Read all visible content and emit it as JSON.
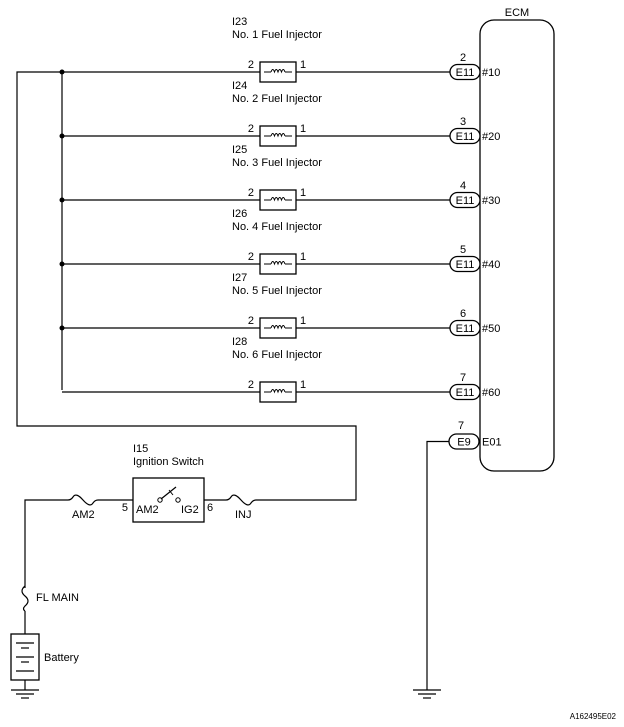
{
  "ecm": {
    "label": "ECM"
  },
  "injectors": [
    {
      "code": "I23",
      "name": "No. 1 Fuel Injector",
      "pin_left": "2",
      "pin_right": "1",
      "ecm_pin": "2",
      "connector": "E11",
      "terminal": "#10"
    },
    {
      "code": "I24",
      "name": "No. 2 Fuel Injector",
      "pin_left": "2",
      "pin_right": "1",
      "ecm_pin": "3",
      "connector": "E11",
      "terminal": "#20"
    },
    {
      "code": "I25",
      "name": "No. 3 Fuel Injector",
      "pin_left": "2",
      "pin_right": "1",
      "ecm_pin": "4",
      "connector": "E11",
      "terminal": "#30"
    },
    {
      "code": "I26",
      "name": "No. 4 Fuel Injector",
      "pin_left": "2",
      "pin_right": "1",
      "ecm_pin": "5",
      "connector": "E11",
      "terminal": "#40"
    },
    {
      "code": "I27",
      "name": "No. 5 Fuel Injector",
      "pin_left": "2",
      "pin_right": "1",
      "ecm_pin": "6",
      "connector": "E11",
      "terminal": "#50"
    },
    {
      "code": "I28",
      "name": "No. 6 Fuel Injector",
      "pin_left": "2",
      "pin_right": "1",
      "ecm_pin": "7",
      "connector": "E11",
      "terminal": "#60"
    }
  ],
  "ground_terminal": {
    "ecm_pin": "7",
    "connector": "E9",
    "terminal": "E01"
  },
  "ignition_switch": {
    "code": "I15",
    "name": "Ignition Switch",
    "pin_in": "5",
    "pin_out": "6",
    "contact_in": "AM2",
    "contact_out": "IG2"
  },
  "fuses": {
    "am2": "AM2",
    "inj": "INJ",
    "fl_main": "FL MAIN"
  },
  "battery": {
    "label": "Battery"
  },
  "figure_id": "A162495E02"
}
